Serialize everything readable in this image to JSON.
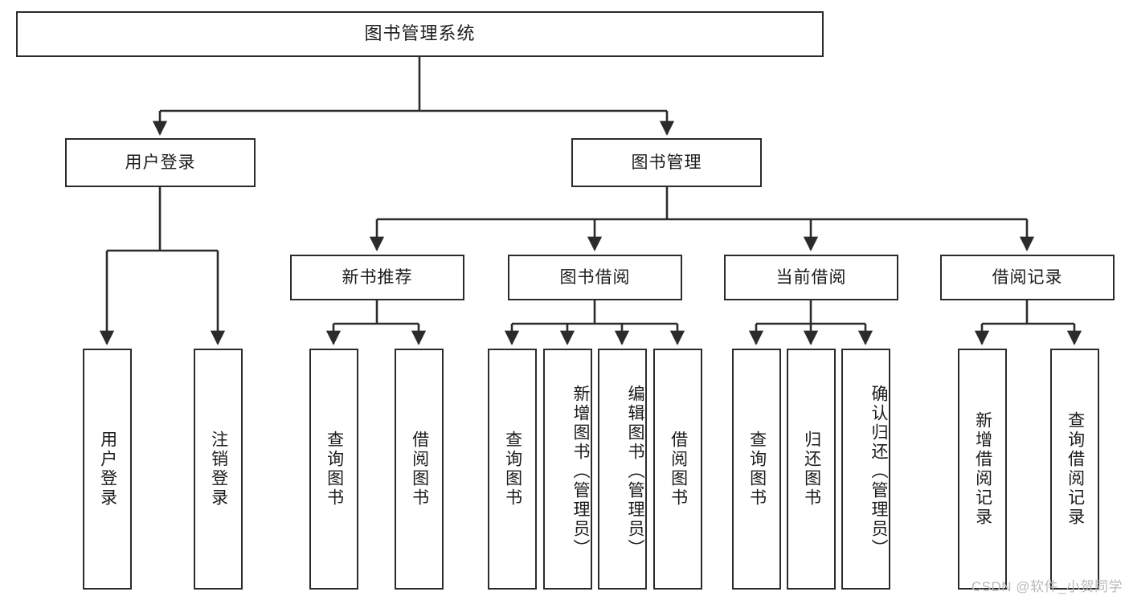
{
  "diagram": {
    "title": "图书管理系统",
    "type": "tree",
    "watermark": "CSDN @软件_小贺同学",
    "colors": {
      "stroke": "#2b2b2b",
      "fill": "#ffffff",
      "text": "#1b1b1b",
      "watermark": "#b9b9b9"
    },
    "root": {
      "label": "图书管理系统"
    },
    "level2": [
      {
        "label": "用户登录"
      },
      {
        "label": "图书管理"
      }
    ],
    "level3": [
      {
        "label": "新书推荐"
      },
      {
        "label": "图书借阅"
      },
      {
        "label": "当前借阅"
      },
      {
        "label": "借阅记录"
      }
    ],
    "leaves": {
      "user_login": [
        {
          "label": "用户登录"
        },
        {
          "label": "注销登录"
        }
      ],
      "new_book": [
        {
          "label": "查询图书"
        },
        {
          "label": "借阅图书"
        }
      ],
      "book_borrow": [
        {
          "label": "查询图书"
        },
        {
          "label": "新增图书（管理员）"
        },
        {
          "label": "编辑图书（管理员）"
        },
        {
          "label": "借阅图书"
        }
      ],
      "current_borrow": [
        {
          "label": "查询图书"
        },
        {
          "label": "归还图书"
        },
        {
          "label": "确认归还（管理员）"
        }
      ],
      "borrow_record": [
        {
          "label": "新增借阅记录"
        },
        {
          "label": "查询借阅记录"
        }
      ]
    }
  }
}
